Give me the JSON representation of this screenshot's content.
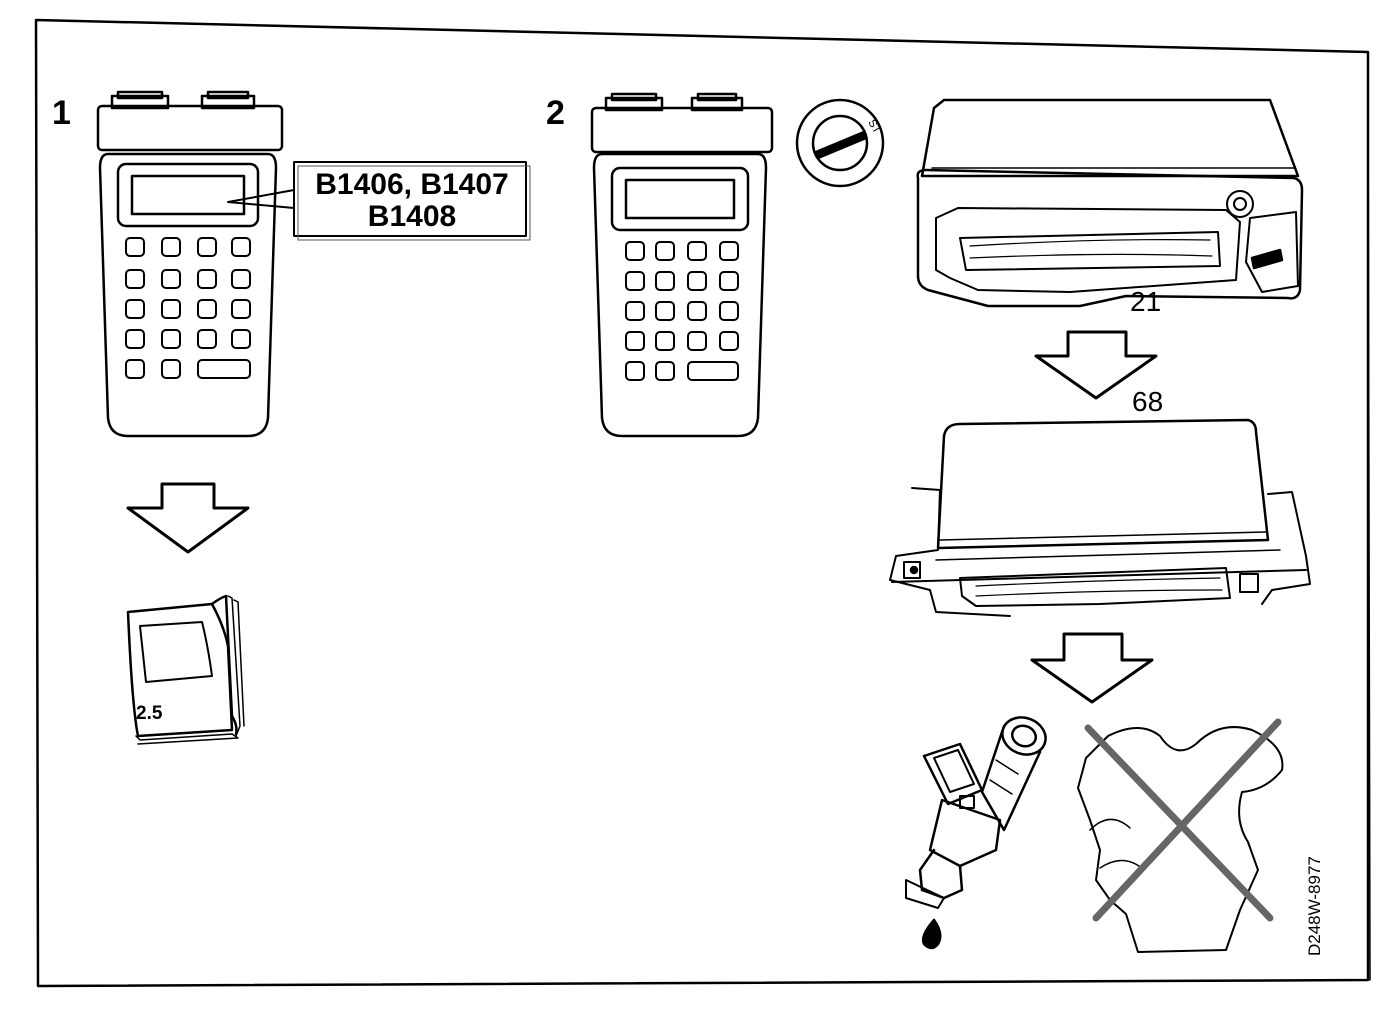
{
  "steps": {
    "step1": "1",
    "step2": "2"
  },
  "fault_codes": {
    "line1": "B1406, B1407",
    "line2": "B1408"
  },
  "manual": {
    "label": "2.5"
  },
  "ecu": {
    "label_top": "21",
    "label_bottom": "68"
  },
  "drawing_id": "D248W-8977",
  "icons": [
    "diagnostic-tester-icon",
    "ignition-key-icon",
    "ecu-unit-icon",
    "service-manual-icon",
    "fuel-injector-icon",
    "engine-crossed-out-icon",
    "down-arrow-icon"
  ]
}
